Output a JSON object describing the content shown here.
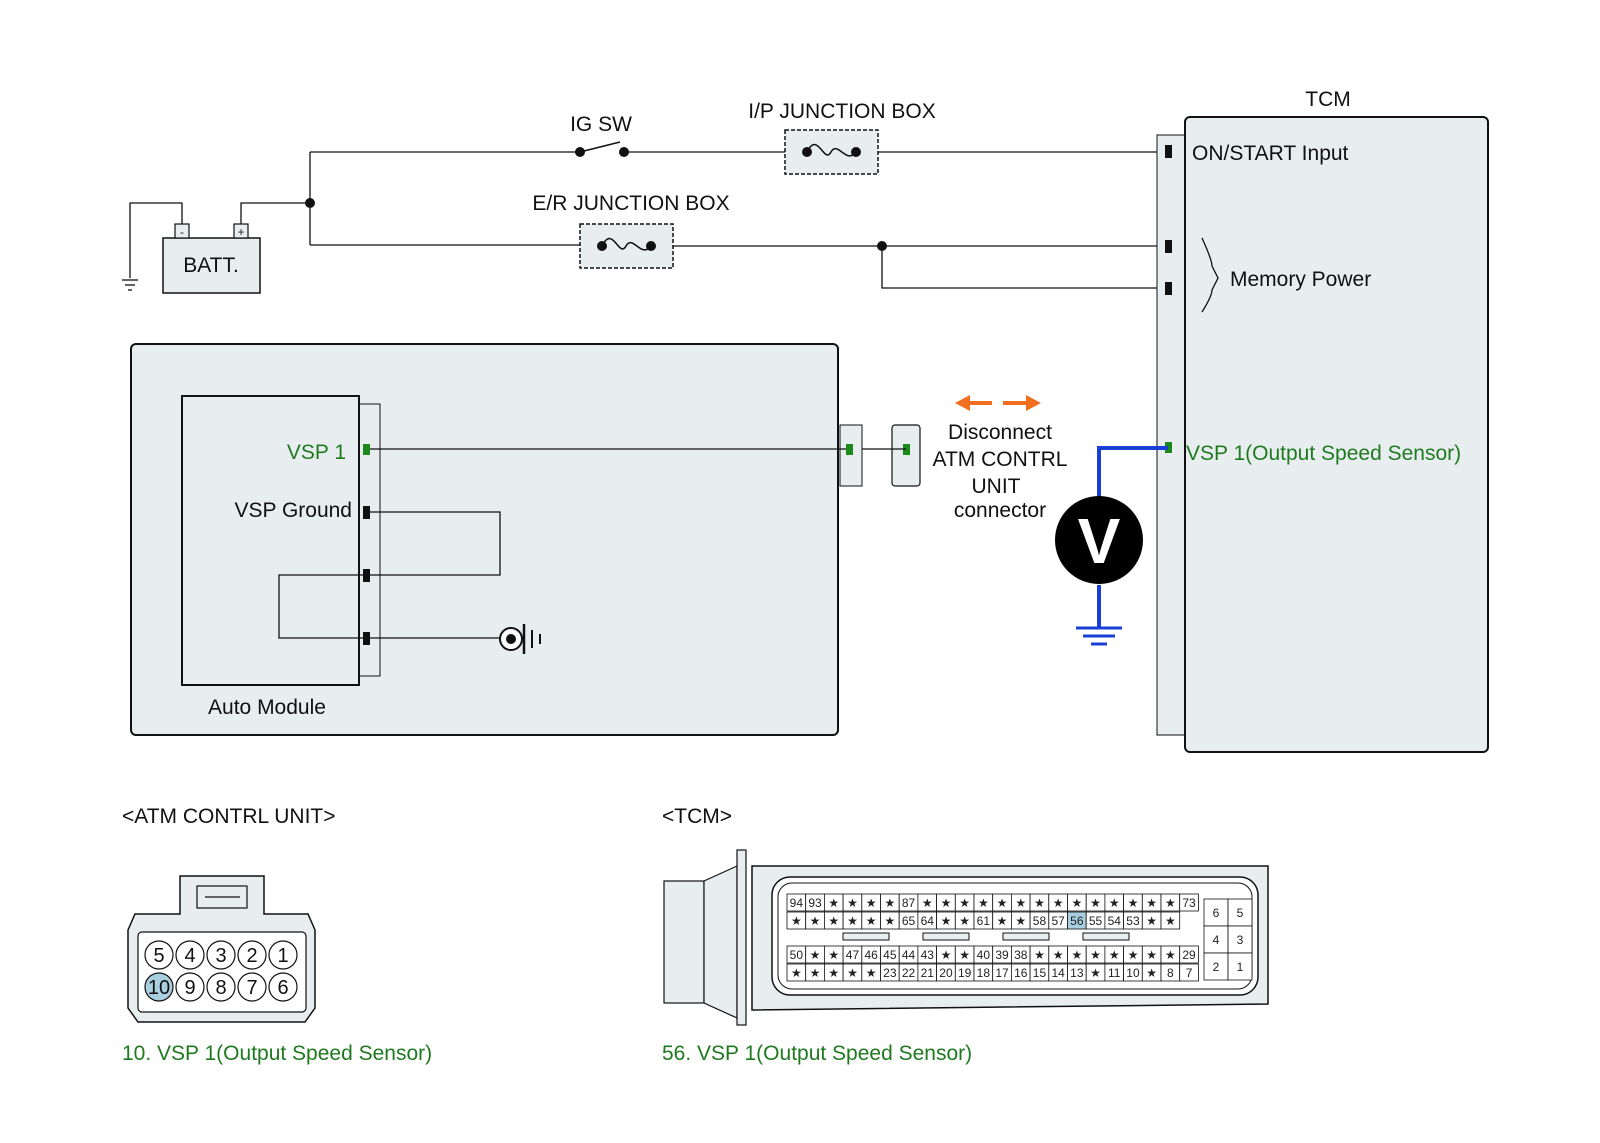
{
  "components": {
    "battery": {
      "label": "BATT.",
      "minus": "-",
      "plus": "+"
    },
    "ig_switch": {
      "label": "IG SW"
    },
    "ip_junction_box": {
      "label": "I/P JUNCTION BOX"
    },
    "er_junction_box": {
      "label": "E/R JUNCTION BOX"
    },
    "tcm": {
      "title": "TCM",
      "on_start": "ON/START Input",
      "memory_power": "Memory Power",
      "vsp1": "VSP 1(Output Speed Sensor)"
    },
    "auto_module": {
      "title": "Auto Module",
      "vsp1": "VSP 1",
      "vsp_ground": "VSP Ground"
    },
    "disconnect_note": {
      "line1": "Disconnect",
      "line2": "ATM CONTRL",
      "line3": "UNIT",
      "line4": "connector"
    },
    "voltmeter": {
      "label": "V"
    }
  },
  "connectors": {
    "atm": {
      "title": "<ATM CONTRL UNIT>",
      "top_row": [
        "5",
        "4",
        "3",
        "2",
        "1"
      ],
      "bottom_row": [
        "10",
        "9",
        "8",
        "7",
        "6"
      ],
      "highlight": "10",
      "caption": "10. VSP 1(Output Speed Sensor)"
    },
    "tcm": {
      "title": "<TCM>",
      "row1": [
        "94",
        "93",
        "★",
        "★",
        "★",
        "★",
        "87",
        "★",
        "★",
        "★",
        "★",
        "★",
        "★",
        "★",
        "★",
        "★",
        "★",
        "★",
        "★",
        "★",
        "★",
        "73"
      ],
      "row2": [
        "★",
        "★",
        "★",
        "★",
        "★",
        "★",
        "65",
        "64",
        "★",
        "★",
        "61",
        "★",
        "★",
        "58",
        "57",
        "56",
        "55",
        "54",
        "53",
        "★",
        "★"
      ],
      "row3": [
        "50",
        "★",
        "★",
        "47",
        "46",
        "45",
        "44",
        "43",
        "★",
        "★",
        "40",
        "39",
        "38",
        "★",
        "★",
        "★",
        "★",
        "★",
        "★",
        "★",
        "★",
        "29"
      ],
      "row4": [
        "★",
        "★",
        "★",
        "★",
        "★",
        "23",
        "22",
        "21",
        "20",
        "19",
        "18",
        "17",
        "16",
        "15",
        "14",
        "13",
        "★",
        "11",
        "10",
        "★",
        "8",
        "7"
      ],
      "side": [
        "6",
        "5",
        "4",
        "3",
        "2",
        "1"
      ],
      "highlight": "56",
      "caption": "56. VSP 1(Output Speed Sensor)"
    }
  },
  "colors": {
    "wire": "#111111",
    "signal_label": "#1f7a1f",
    "measure_wire": "#1a3fd6",
    "arrow": "#f07020",
    "box_fill": "#e8eef0",
    "pin_highlight": "#a9cfe0",
    "pin_green": "#1a8a1a"
  }
}
